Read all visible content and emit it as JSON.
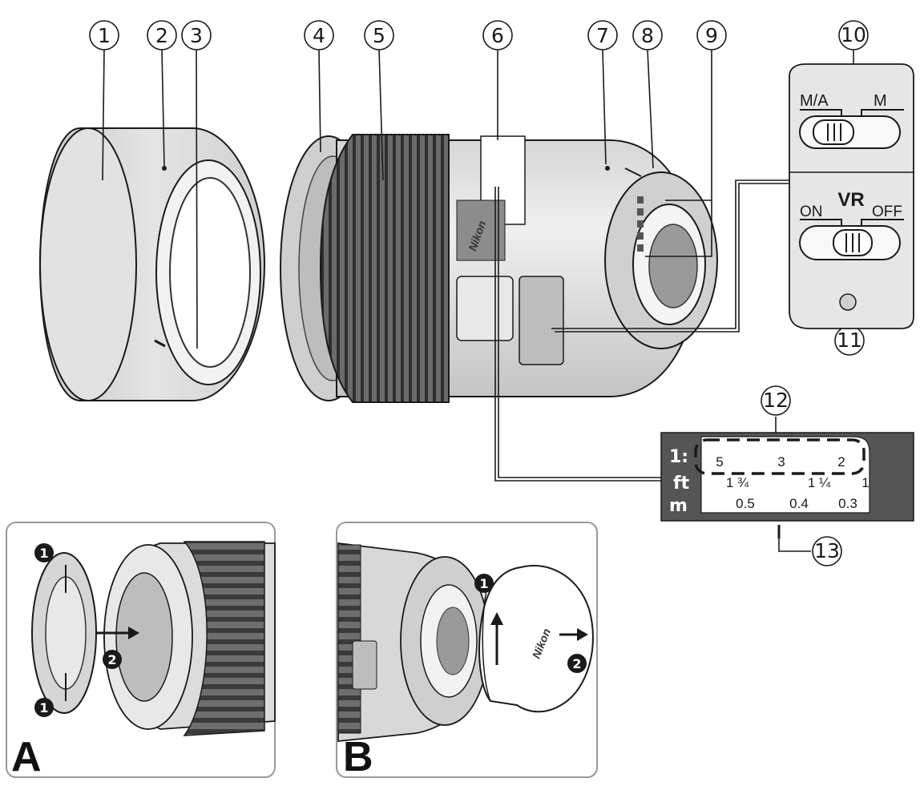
{
  "callouts": [
    "1",
    "2",
    "3",
    "4",
    "5",
    "6",
    "7",
    "8",
    "9",
    "10",
    "11",
    "12",
    "13"
  ],
  "af_switch": {
    "ma_label": "M/A",
    "m_label": "M"
  },
  "vr_switch": {
    "title": "VR",
    "on_label": "ON",
    "off_label": "OFF"
  },
  "distance_scale": {
    "ratio_unit": "1:",
    "feet_unit": "ft",
    "meter_unit": "m",
    "ratio_values": [
      "5",
      "3",
      "2"
    ],
    "feet_values": [
      "1 ¾",
      "1 ¼",
      "1"
    ],
    "meter_values": [
      "0.5",
      "0.4",
      "0.3"
    ]
  },
  "lens_brand": "Nikon",
  "panel_a": {
    "letter": "A",
    "steps": [
      "1",
      "2",
      "1"
    ]
  },
  "panel_b": {
    "letter": "B",
    "steps": [
      "1",
      "2"
    ]
  },
  "colors": {
    "line": "#1a1a1a",
    "lens_light": "#d8d8d8",
    "lens_mid": "#a9a9a9",
    "lens_dark": "#3a3a3a",
    "panel_bg": "#e6e6e6",
    "scale_bar": "#555555"
  }
}
